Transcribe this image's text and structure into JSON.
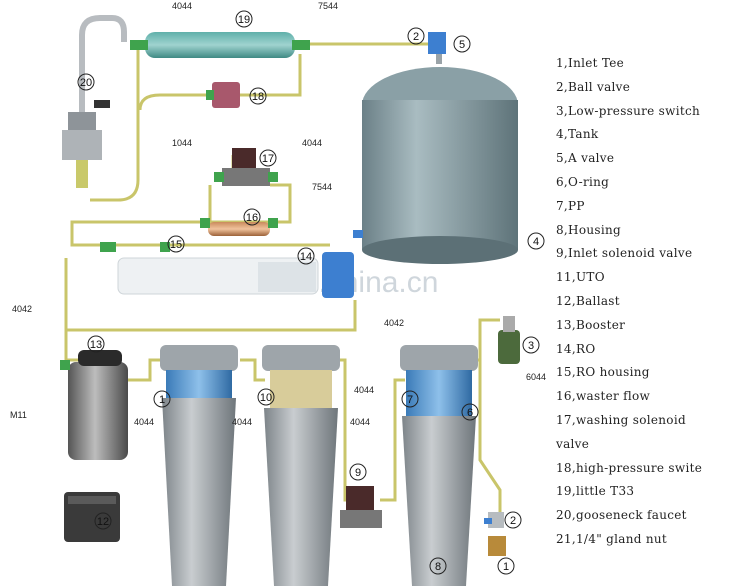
{
  "watermark": "trade.china.cn",
  "pipe_labels": {
    "top_left": "4044",
    "top_right": "7544",
    "solenoid_left": "1044",
    "solenoid_right": "4044",
    "mid_right": "7544",
    "left_middle": "4042",
    "center_middle": "4042",
    "pump_left": "M11",
    "filter1_left": "4044",
    "filter1_right": "4044",
    "filter2_right": "4044",
    "filter2_lower": "4044",
    "filter3_right": "6044"
  },
  "callouts": [
    "1",
    "2",
    "3",
    "4",
    "5",
    "6",
    "7",
    "8",
    "9",
    "10",
    "12",
    "13",
    "14",
    "15",
    "16",
    "17",
    "18",
    "19",
    "20"
  ],
  "legend": [
    "1,Inlet Tee",
    "2,Ball valve",
    "3,Low-pressure switch",
    "4,Tank",
    "5,A valve",
    "6,O-ring",
    "7,PP",
    "8,Housing",
    "9,Inlet solenoid valve",
    "11,UTO",
    "12,Ballast",
    "13,Booster",
    "14,RO",
    "15,RO housing",
    "16,waster flow",
    "17,washing solenoid",
    "valve",
    "18,high-pressure swite",
    "19,little T33",
    "20,gooseneck faucet",
    "21,1/4\"  gland nut"
  ]
}
